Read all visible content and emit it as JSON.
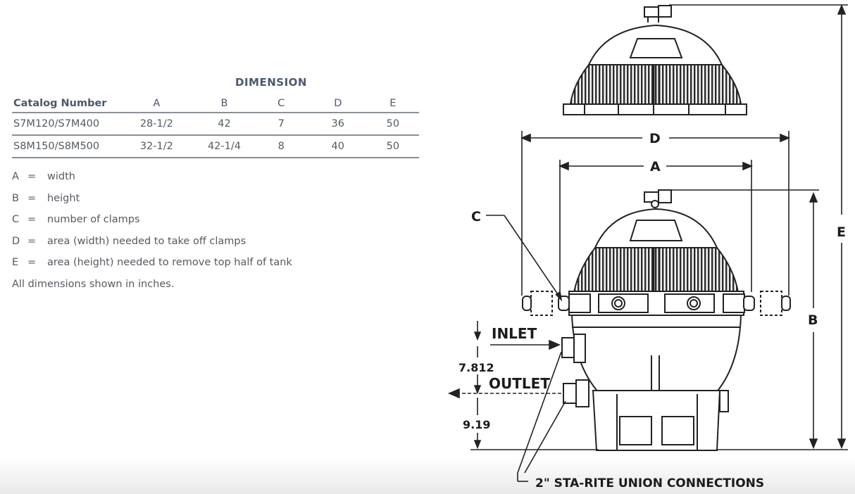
{
  "table": {
    "title": "DIMENSION",
    "headers": [
      "Catalog Number",
      "A",
      "B",
      "C",
      "D",
      "E"
    ],
    "rows": [
      [
        "S7M120/S7M400",
        "28-1/2",
        "42",
        "7",
        "36",
        "50"
      ],
      [
        "S8M150/S8M500",
        "32-1/2",
        "42-1/4",
        "8",
        "40",
        "50"
      ]
    ]
  },
  "legend": [
    {
      "key": "A",
      "eq": "=",
      "text": "width"
    },
    {
      "key": "B",
      "eq": "=",
      "text": "height"
    },
    {
      "key": "C",
      "eq": "=",
      "text": "number of clamps"
    },
    {
      "key": "D",
      "eq": "=",
      "text": "area (width) needed to take off clamps"
    },
    {
      "key": "E",
      "eq": "=",
      "text": "area (height) needed to remove top half of tank"
    }
  ],
  "footnote": "All dimensions shown in inches.",
  "diagram": {
    "label_d": "D",
    "label_a": "A",
    "label_c": "C",
    "label_b": "B",
    "label_e": "E",
    "inlet": "INLET",
    "outlet": "OUTLET",
    "dim_inlet_outlet": "7.812",
    "dim_outlet_base": "9.19",
    "connections": "2\" STA-RITE UNION CONNECTIONS"
  }
}
